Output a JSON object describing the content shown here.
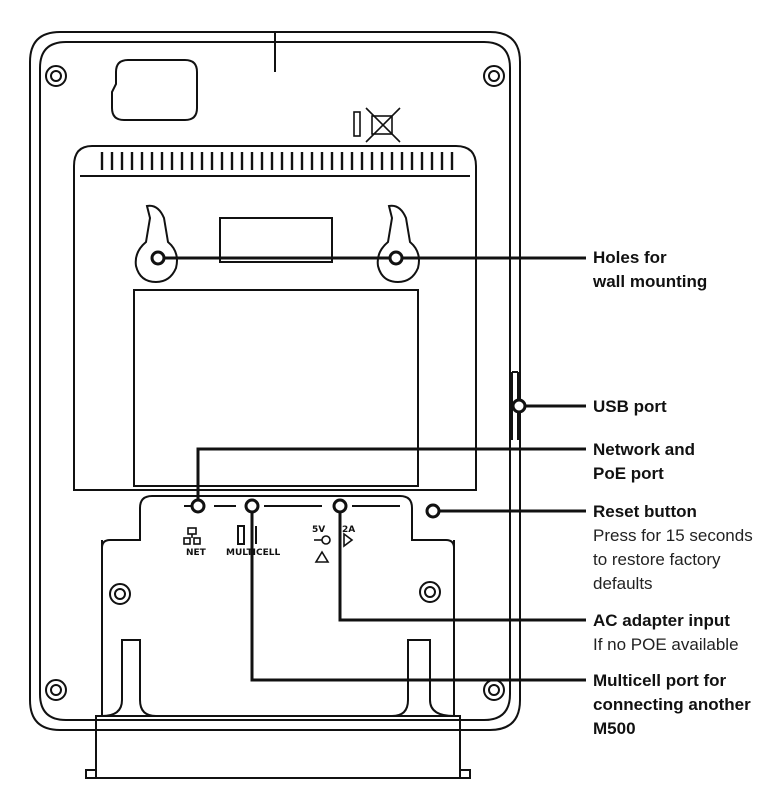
{
  "callouts": {
    "wall_mounting": {
      "title_line1": "Holes for",
      "title_line2": "wall mounting"
    },
    "usb": {
      "title": "USB port"
    },
    "network": {
      "title_line1": "Network and",
      "title_line2": "PoE port"
    },
    "reset": {
      "title": "Reset button",
      "desc_line1": "Press for 15 seconds",
      "desc_line2": "to restore factory",
      "desc_line3": "defaults"
    },
    "ac_adapter": {
      "title": "AC adapter input",
      "desc": "If no POE available"
    },
    "multicell": {
      "title_line1": "Multicell port for",
      "title_line2": "connecting another",
      "title_line3": "M500"
    }
  },
  "device_labels": {
    "net": "NET",
    "multicell": "MULTICELL",
    "power_rating": "5V",
    "amperage": "2A"
  },
  "colors": {
    "line": "#111111",
    "background": "#ffffff"
  }
}
